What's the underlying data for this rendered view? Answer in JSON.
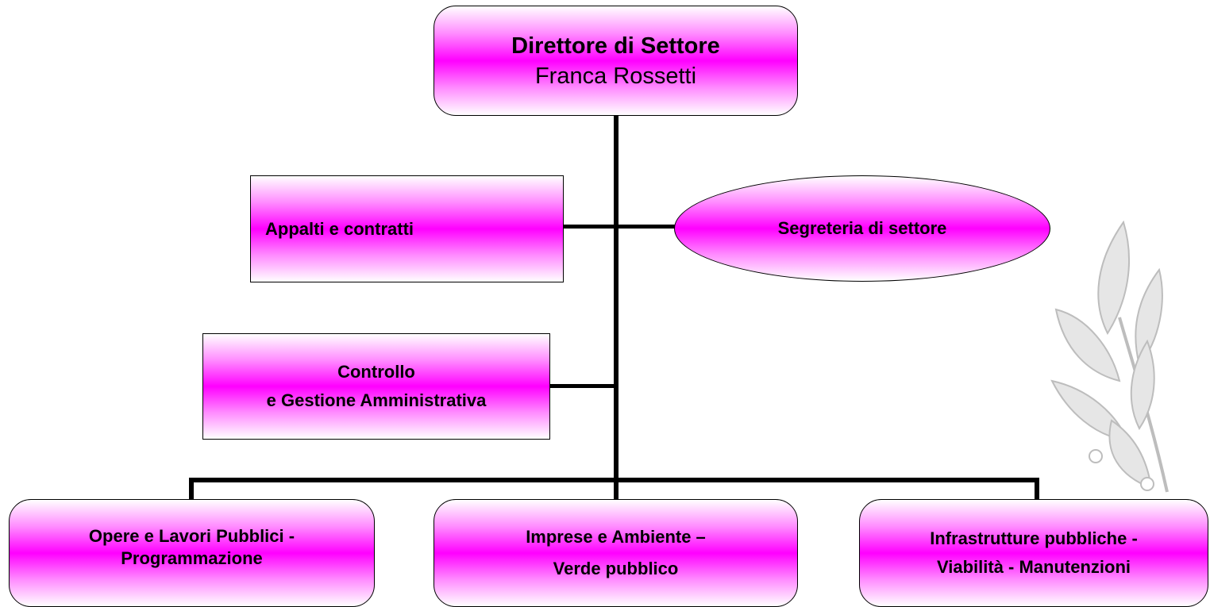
{
  "director": {
    "title": "Direttore di Settore",
    "name": "Franca Rossetti"
  },
  "appalti": "Appalti e contratti",
  "segreteria": "Segreteria di settore",
  "controllo": {
    "line1": "Controllo",
    "line2": "e Gestione Amministrativa"
  },
  "bottom": [
    {
      "line1": "Opere e Lavori Pubblici -",
      "line2": "Programmazione"
    },
    {
      "line1": "Imprese e Ambiente –",
      "line2": "Verde pubblico"
    },
    {
      "line1": "Infrastrutture pubbliche -",
      "line2": "Viabilità - Manutenzioni"
    }
  ]
}
